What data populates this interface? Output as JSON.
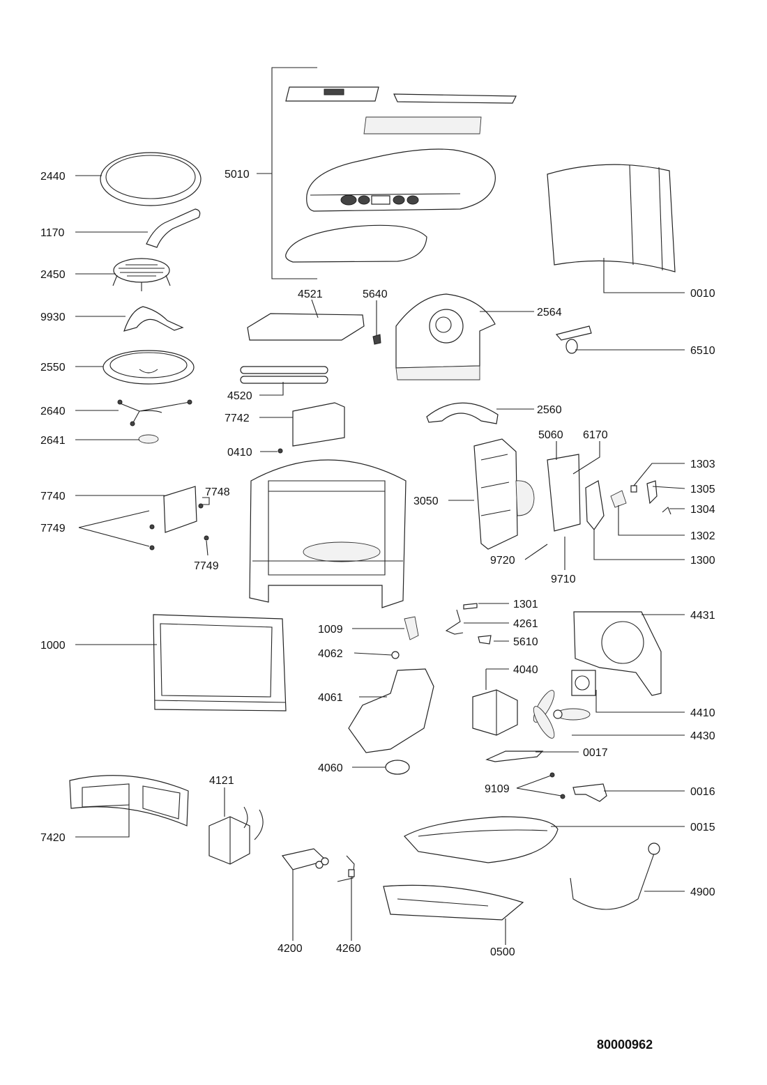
{
  "document_number": "80000962",
  "callouts": [
    {
      "id": "c5010",
      "text": "5010"
    },
    {
      "id": "c2440",
      "text": "2440"
    },
    {
      "id": "c1170",
      "text": "1170"
    },
    {
      "id": "c2450",
      "text": "2450"
    },
    {
      "id": "c9930",
      "text": "9930"
    },
    {
      "id": "c2550",
      "text": "2550"
    },
    {
      "id": "c2640",
      "text": "2640"
    },
    {
      "id": "c2641",
      "text": "2641"
    },
    {
      "id": "c0010",
      "text": "0010"
    },
    {
      "id": "c4521",
      "text": "4521"
    },
    {
      "id": "c5640",
      "text": "5640"
    },
    {
      "id": "c2564",
      "text": "2564"
    },
    {
      "id": "c6510",
      "text": "6510"
    },
    {
      "id": "c4520",
      "text": "4520"
    },
    {
      "id": "c7742",
      "text": "7742"
    },
    {
      "id": "c2560",
      "text": "2560"
    },
    {
      "id": "c0410",
      "text": "0410"
    },
    {
      "id": "c5060",
      "text": "5060"
    },
    {
      "id": "c6170",
      "text": "6170"
    },
    {
      "id": "c1303",
      "text": "1303"
    },
    {
      "id": "c1305",
      "text": "1305"
    },
    {
      "id": "c1304",
      "text": "1304"
    },
    {
      "id": "c7740",
      "text": "7740"
    },
    {
      "id": "c7748",
      "text": "7748"
    },
    {
      "id": "c3050",
      "text": "3050"
    },
    {
      "id": "c1302",
      "text": "1302"
    },
    {
      "id": "c7749a",
      "text": "7749"
    },
    {
      "id": "c7749b",
      "text": "7749"
    },
    {
      "id": "c9720",
      "text": "9720"
    },
    {
      "id": "c1300",
      "text": "1300"
    },
    {
      "id": "c9710",
      "text": "9710"
    },
    {
      "id": "c1301",
      "text": "1301"
    },
    {
      "id": "c4431",
      "text": "4431"
    },
    {
      "id": "c4261",
      "text": "4261"
    },
    {
      "id": "c1009",
      "text": "1009"
    },
    {
      "id": "c5610",
      "text": "5610"
    },
    {
      "id": "c1000",
      "text": "1000"
    },
    {
      "id": "c4062",
      "text": "4062"
    },
    {
      "id": "c4040",
      "text": "4040"
    },
    {
      "id": "c4061",
      "text": "4061"
    },
    {
      "id": "c4410",
      "text": "4410"
    },
    {
      "id": "c4430",
      "text": "4430"
    },
    {
      "id": "c0017",
      "text": "0017"
    },
    {
      "id": "c4060",
      "text": "4060"
    },
    {
      "id": "c4121",
      "text": "4121"
    },
    {
      "id": "c9109",
      "text": "9109"
    },
    {
      "id": "c0016",
      "text": "0016"
    },
    {
      "id": "c7420",
      "text": "7420"
    },
    {
      "id": "c0015",
      "text": "0015"
    },
    {
      "id": "c4900",
      "text": "4900"
    },
    {
      "id": "c4200",
      "text": "4200"
    },
    {
      "id": "c4260",
      "text": "4260"
    },
    {
      "id": "c0500",
      "text": "0500"
    }
  ]
}
